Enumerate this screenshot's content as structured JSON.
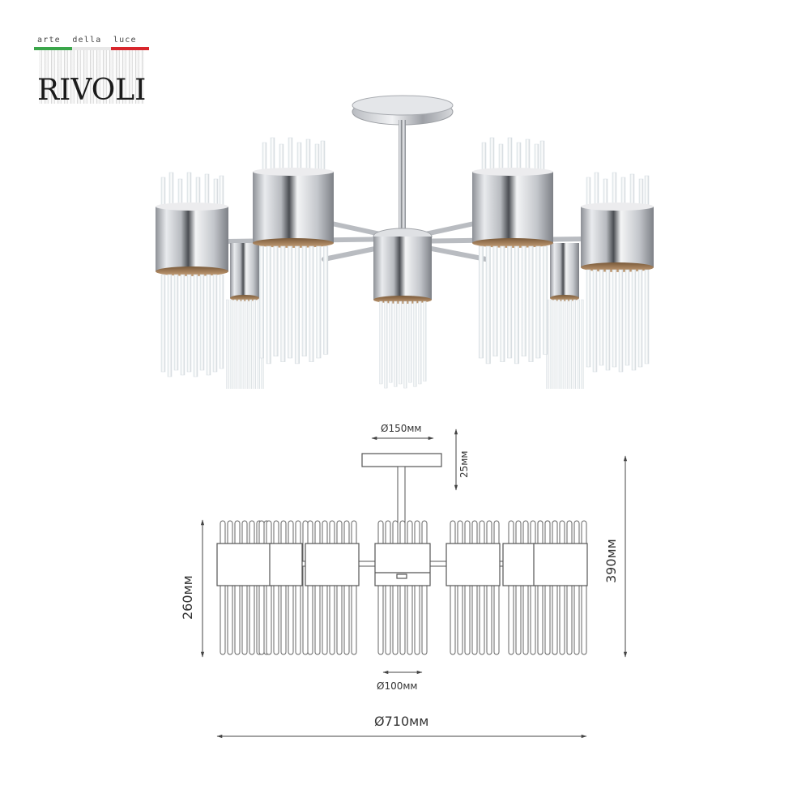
{
  "logo": {
    "tagline": "arte  della  luce",
    "brand": "RIVOLI",
    "flag_colors": [
      "#3aa64a",
      "#ffffff",
      "#d8262c"
    ]
  },
  "photo": {
    "subject": "chrome ceiling chandelier with glass rod shades",
    "arms_count": 8,
    "metal_color": "#c8cbd0",
    "glass_color": "#eef2f4"
  },
  "drawing": {
    "line_color": "#555555",
    "dimensions": {
      "canopy_diameter": "Ø150мм",
      "canopy_height": "25мм",
      "shade_height": "260мм",
      "total_height": "390мм",
      "shade_diameter": "Ø100мм",
      "total_diameter": "Ø710мм"
    }
  }
}
